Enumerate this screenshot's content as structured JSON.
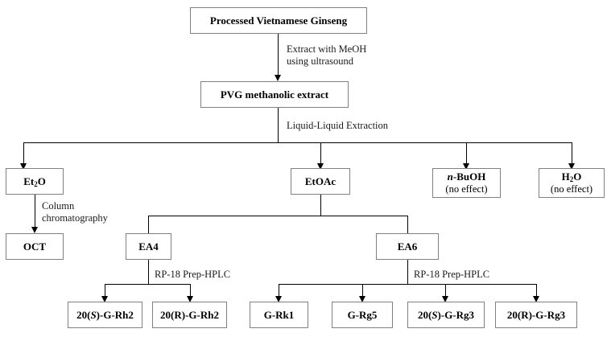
{
  "diagram": {
    "title_node": "Processed Vietnamese Ginseng",
    "nodes": {
      "pvg": "Processed Vietnamese Ginseng",
      "pvg_extract": "PVG methanolic extract",
      "et2o_main": "Et2O",
      "etoac": "EtOAc",
      "nbuoh_main": "n-BuOH",
      "nbuoh_sub": "(no effect)",
      "h2o_main": "H2O",
      "h2o_sub": "(no effect)",
      "oct": "OCT",
      "ea4": "EA4",
      "ea6": "EA6",
      "rh2_s": "20(S)-G-Rh2",
      "rh2_r": "20(R)-G-Rh2",
      "rk1": "G-Rk1",
      "rg5": "G-Rg5",
      "rg3_s": "20(S)-G-Rg3",
      "rg3_r": "20(R)-G-Rg3"
    },
    "edge_labels": {
      "extract_meoh": "Extract with MeOH\nusing ultrasound",
      "liquid_liquid": "Liquid-Liquid Extraction",
      "column_chrom": "Column\nchromatography",
      "hplc_left": "RP-18 Prep-HPLC",
      "hplc_right": "RP-18 Prep-HPLC"
    },
    "colors": {
      "border": "#808080",
      "line": "#000000",
      "text": "#000000",
      "background": "#ffffff"
    }
  }
}
